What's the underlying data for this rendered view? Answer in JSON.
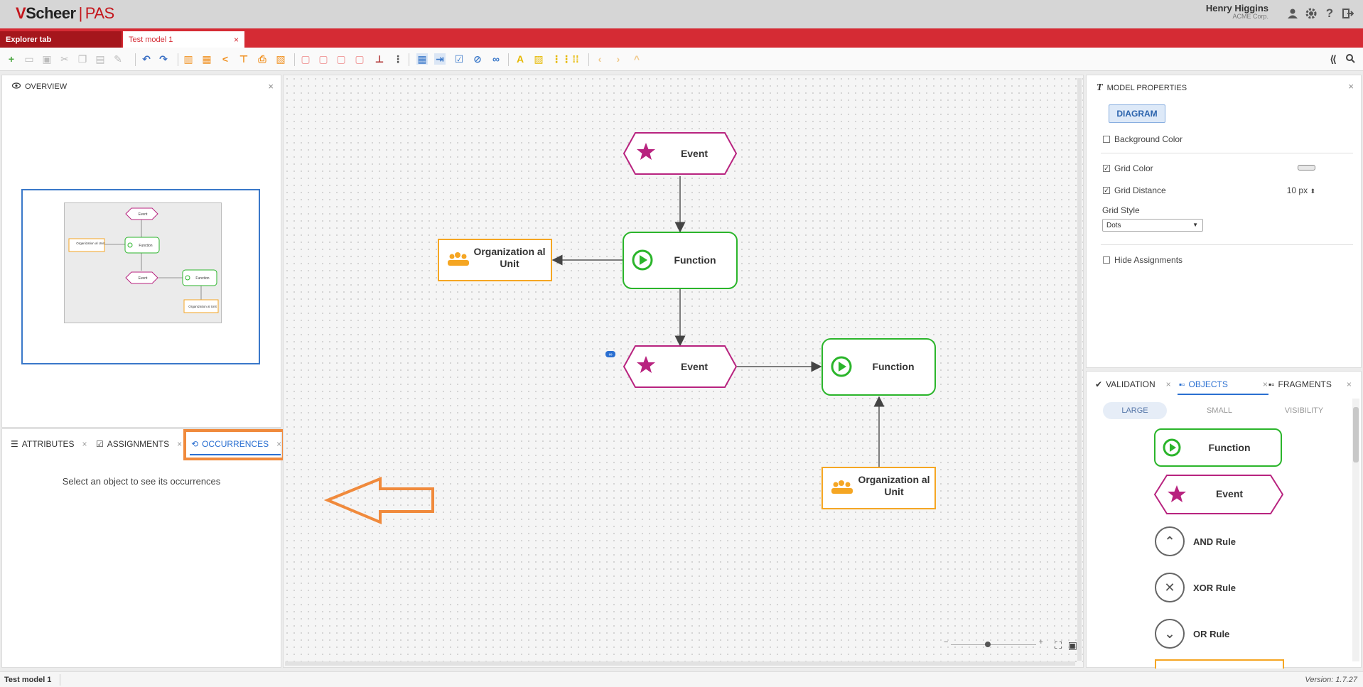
{
  "header": {
    "logo_brand": "Scheer",
    "logo_product": "PAS",
    "user_name": "Henry Higgins",
    "user_company": "ACME Corp.",
    "icons": [
      "user-icon",
      "gear-icon",
      "help-icon",
      "logout-icon"
    ]
  },
  "tabs": {
    "explorer": "Explorer tab",
    "model": "Test model 1",
    "close_glyph": "×"
  },
  "overview": {
    "title": "OVERVIEW",
    "mini_labels": {
      "event": "Event",
      "function": "Function",
      "org": "Organization al Unit"
    }
  },
  "bottom_left": {
    "tabs": [
      "ATTRIBUTES",
      "ASSIGNMENTS",
      "OCCURRENCES"
    ],
    "active_tab": "OCCURRENCES",
    "empty_message": "Select an object to see its occurrences"
  },
  "canvas": {
    "nodes": {
      "event_top": "Event",
      "function_top": "Function",
      "org_left": "Organization al Unit",
      "event_mid": "Event",
      "function_right": "Function",
      "org_bottom": "Organization al Unit"
    },
    "zoom_minus": "−",
    "zoom_plus": "+",
    "event_color": "#b8237f",
    "function_color": "#2bb52b",
    "org_color": "#f5a623",
    "annotation_arrow_color": "#f08a3c"
  },
  "model_properties": {
    "title": "MODEL PROPERTIES",
    "diagram_button": "DIAGRAM",
    "background_color_label": "Background Color",
    "background_color_checked": false,
    "grid_color_label": "Grid Color",
    "grid_color_checked": true,
    "grid_distance_label": "Grid Distance",
    "grid_distance_checked": true,
    "grid_distance_value": "10",
    "grid_distance_unit": "px",
    "grid_style_label": "Grid Style",
    "grid_style_value": "Dots",
    "hide_assignments_label": "Hide Assignments",
    "hide_assignments_checked": false
  },
  "objects_panel": {
    "tabs": [
      "VALIDATION",
      "OBJECTS",
      "FRAGMENTS"
    ],
    "active_tab": "OBJECTS",
    "size_modes": [
      "LARGE",
      "SMALL",
      "VISIBILITY"
    ],
    "active_mode": "LARGE",
    "items": {
      "function": "Function",
      "event": "Event",
      "and_rule": "AND Rule",
      "xor_rule": "XOR Rule",
      "or_rule": "OR Rule"
    }
  },
  "status_bar": {
    "model_name": "Test model 1",
    "version": "Version: 1.7.27"
  }
}
